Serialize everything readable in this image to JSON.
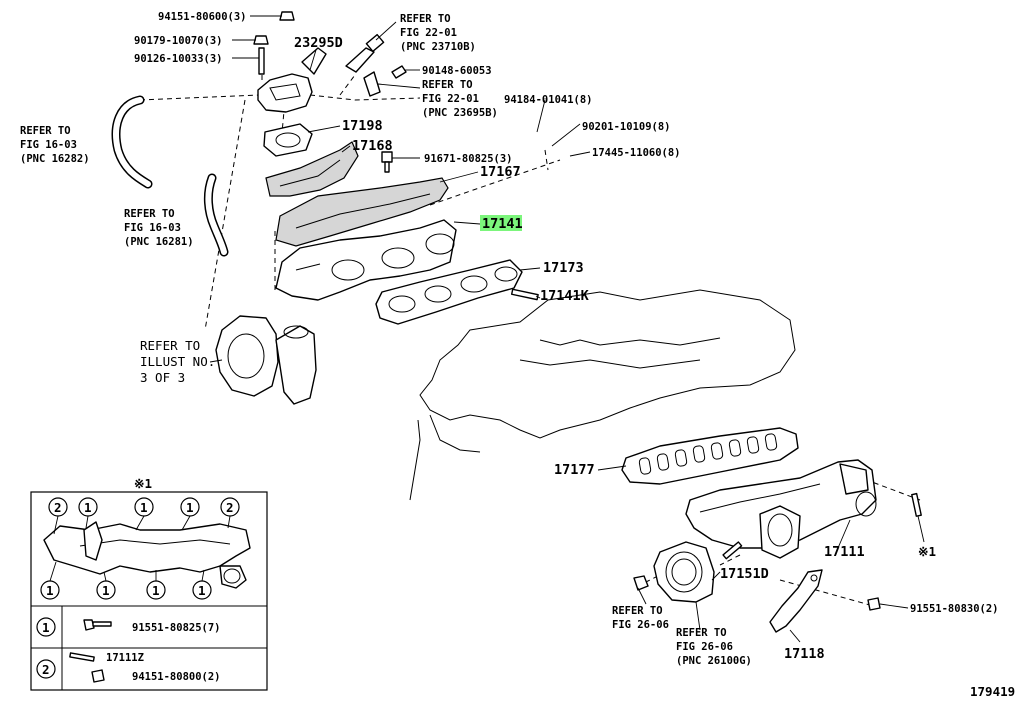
{
  "diagram_id": "179419",
  "highlight_part": "17141",
  "refs": {
    "fig_22_01_a": [
      "REFER TO",
      "FIG 22-01",
      "(PNC 23710B)"
    ],
    "fig_22_01_b": [
      "REFER TO",
      "FIG 22-01",
      "(PNC 23695B)"
    ],
    "fig_16_03_a": [
      "REFER TO",
      "FIG 16-03",
      "(PNC 16282)"
    ],
    "fig_16_03_b": [
      "REFER TO",
      "FIG 16-03",
      "(PNC 16281)"
    ],
    "illust_3": [
      "REFER TO",
      "ILLUST NO.",
      "3 OF 3"
    ],
    "fig_26_06_a": [
      "REFER TO",
      "FIG 26-06"
    ],
    "fig_26_06_b": [
      "REFER TO",
      "FIG 26-06",
      "(PNC 26100G)"
    ]
  },
  "labels": {
    "p94151_80600": "94151-80600(3)",
    "p90179_10070": "90179-10070(3)",
    "p90126_10033": "90126-10033(3)",
    "p23295d": "23295D",
    "p90148_60053": "90148-60053",
    "p94184_01041": "94184-01041(8)",
    "p90201_10109": "90201-10109(8)",
    "p17445_11060": "17445-11060(8)",
    "p17198": "17198",
    "p17168": "17168",
    "p91671_80825": "91671-80825(3)",
    "p17167": "17167",
    "p17141": "17141",
    "p17173": "17173",
    "p17141k": "17141K",
    "p17177": "17177",
    "p17111": "17111",
    "p17151d": "17151D",
    "p91551_80830": "91551-80830(2)",
    "p17118": "17118",
    "mark1": "※1"
  },
  "inset": {
    "title": "※1",
    "callouts": [
      "1",
      "2"
    ],
    "legend": [
      {
        "key": "1",
        "part": "91551-80825(7)"
      },
      {
        "key": "2",
        "part_a": "17111Z",
        "part_b": "94151-80800(2)"
      }
    ]
  }
}
